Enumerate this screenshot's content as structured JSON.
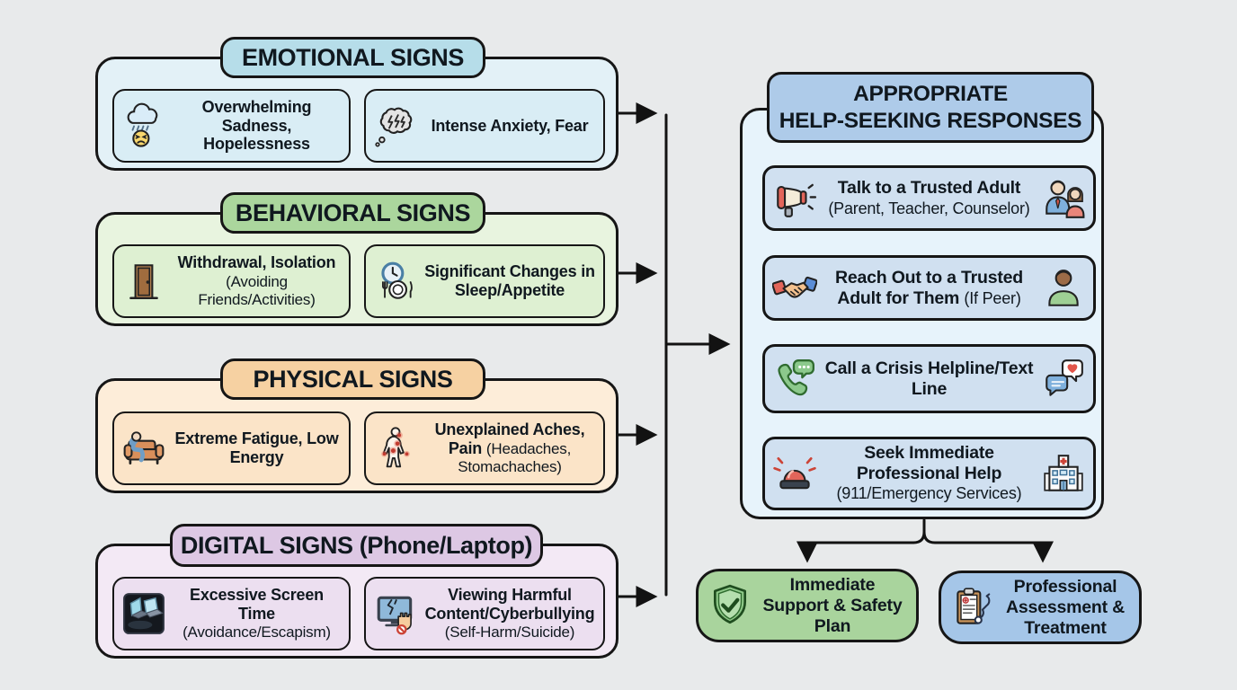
{
  "colors": {
    "background": "#e8eaeb",
    "outline": "#161616",
    "emotional_header": "#b6dde9",
    "emotional_fill": "#e3f1f7",
    "emotional_card": "#d9edf5",
    "behavioral_header": "#abd69d",
    "behavioral_fill": "#e8f4df",
    "behavioral_card": "#def0d2",
    "physical_header": "#f6d1a2",
    "physical_fill": "#fdedd9",
    "physical_card": "#fbe4c8",
    "digital_header": "#ddc8e4",
    "digital_fill": "#f3e9f5",
    "digital_card": "#ecdff0",
    "responses_header": "#aecbe9",
    "responses_fill": "#e7f3fb",
    "responses_card": "#d0e0f0",
    "outcome_green": "#a9d49d",
    "outcome_blue": "#a5c6e8"
  },
  "sections": [
    {
      "header": "EMOTIONAL SIGNS",
      "cards": [
        {
          "icon": "sad-face-rain-cloud",
          "title": "Overwhelming Sadness, Hopelessness",
          "note": ""
        },
        {
          "icon": "anxiety-thought-cloud",
          "title": "Intense Anxiety, Fear",
          "note": ""
        }
      ]
    },
    {
      "header": "BEHAVIORAL SIGNS",
      "cards": [
        {
          "icon": "door",
          "title": "Withdrawal, Isolation",
          "note": "(Avoiding Friends/Activities)"
        },
        {
          "icon": "clock-and-plate",
          "title": "Significant Changes in Sleep/Appetite",
          "note": ""
        }
      ]
    },
    {
      "header": "PHYSICAL SIGNS",
      "cards": [
        {
          "icon": "fatigued-person-on-couch",
          "title": "Extreme Fatigue, Low Energy",
          "note": ""
        },
        {
          "icon": "body-pain-points",
          "title": "Unexplained Aches, Pain",
          "note": "(Headaches, Stomachaches)"
        }
      ]
    },
    {
      "header": "DIGITAL SIGNS (Phone/Laptop)",
      "cards": [
        {
          "icon": "glowing-laptop-screens",
          "title": "Excessive Screen Time",
          "note": "(Avoidance/Escapism)"
        },
        {
          "icon": "cracked-monitor-stop-hand",
          "title": "Viewing Harmful Content/Cyberbullying",
          "note": "(Self-Harm/Suicide)"
        }
      ]
    }
  ],
  "responses": {
    "header_line1": "APPROPRIATE",
    "header_line2": "HELP-SEEKING RESPONSES",
    "steps": [
      {
        "icon_left": "megaphone",
        "icon_right": "two-adults",
        "title": "Talk to a Trusted Adult",
        "note": "(Parent, Teacher, Counselor)"
      },
      {
        "icon_left": "handshake",
        "icon_right": "peer-person",
        "title": "Reach Out to a Trusted Adult for Them",
        "note": "(If Peer)"
      },
      {
        "icon_left": "phone-and-chat-bubble",
        "icon_right": "chat-bubbles-heart",
        "title": "Call a Crisis Helpline/Text Line",
        "note": ""
      },
      {
        "icon_left": "emergency-siren",
        "icon_right": "hospital-building",
        "title": "Seek Immediate Professional Help",
        "note": "(911/Emergency Services)"
      }
    ]
  },
  "outcomes": [
    {
      "icon": "shield-check",
      "label": "Immediate Support & Safety Plan"
    },
    {
      "icon": "clipboard-stethoscope",
      "label": "Professional Assessment & Treatment"
    }
  ]
}
